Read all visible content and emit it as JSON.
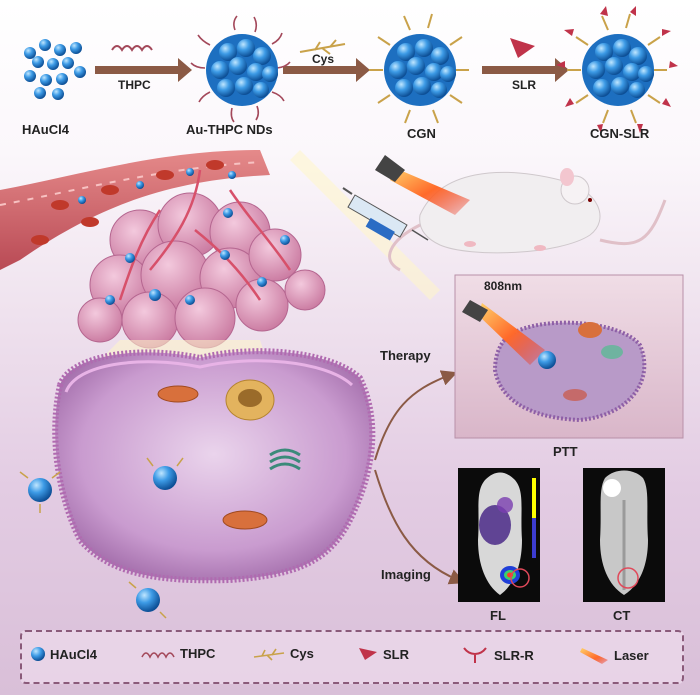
{
  "synthesis": {
    "stage1": "HAuCl4",
    "stage2": "Au-THPC NDs",
    "stage3": "CGN",
    "stage4": "CGN-SLR",
    "arrow1": "THPC",
    "arrow2": "Cys",
    "arrow3": "SLR"
  },
  "therapy": {
    "branch_label": "Therapy",
    "laser_label": "808nm",
    "panel_label": "PTT"
  },
  "imaging": {
    "branch_label": "Imaging",
    "fl_label": "FL",
    "ct_label": "CT"
  },
  "legend": {
    "items": [
      {
        "label": "HAuCl4",
        "icon": "sphere-icon"
      },
      {
        "label": "THPC",
        "icon": "thpc-icon"
      },
      {
        "label": "Cys",
        "icon": "cys-icon"
      },
      {
        "label": "SLR",
        "icon": "slr-icon"
      },
      {
        "label": "SLR-R",
        "icon": "slr-r-icon"
      },
      {
        "label": "Laser",
        "icon": "laser-icon"
      }
    ]
  },
  "colors": {
    "gold_sphere": "#2f8fd8",
    "arrow_brown": "#8b5a45",
    "membrane": "#c07ab8",
    "laser": "#ff5a1e"
  }
}
